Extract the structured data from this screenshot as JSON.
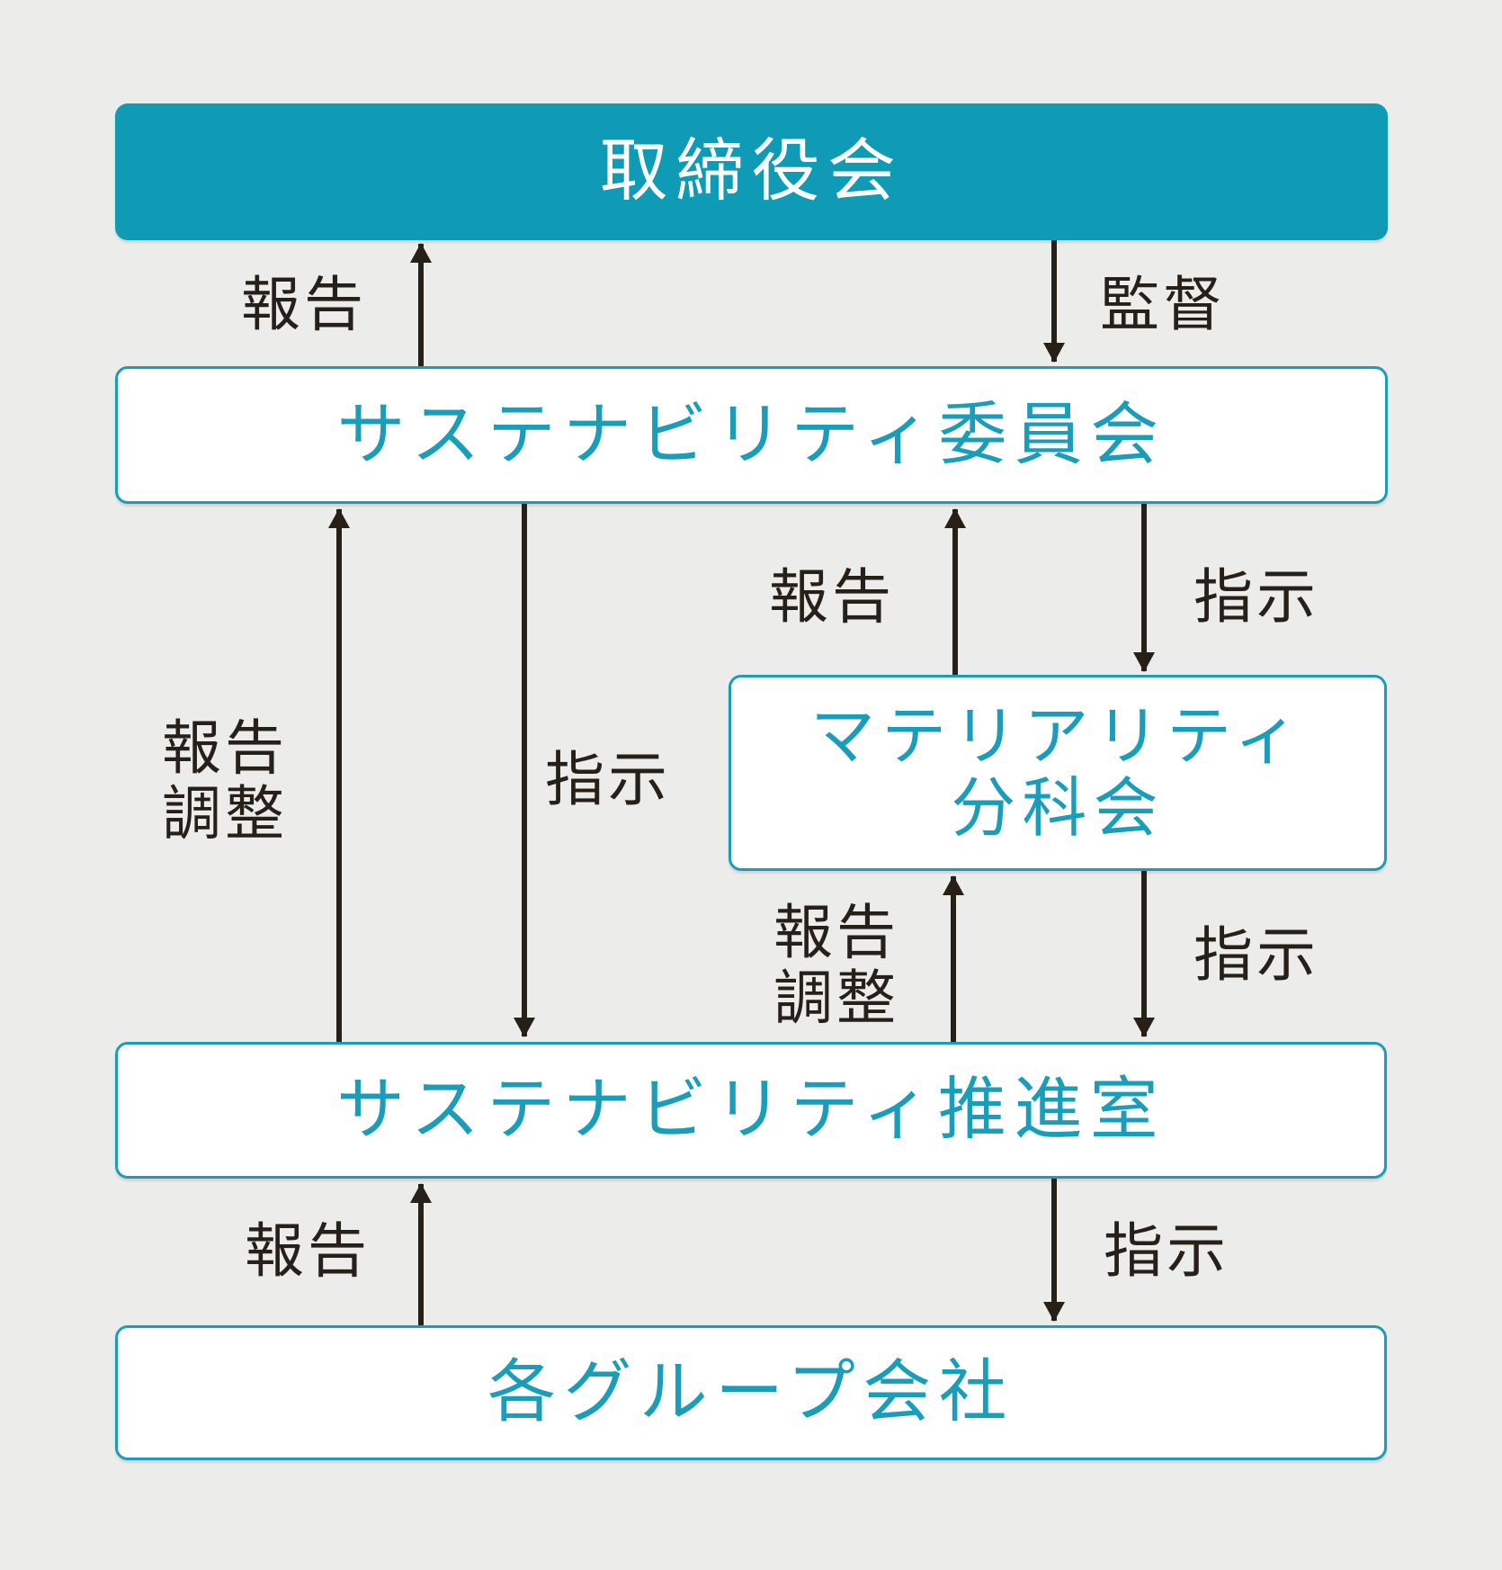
{
  "colors": {
    "background": "#ECECEB",
    "teal_fill": "#0F9AB5",
    "teal_border": "#1B9CB9",
    "teal_text": "#1A9DB9",
    "dark": "#272019",
    "white": "#FFFFFF"
  },
  "nodes": {
    "board": {
      "label": "取締役会"
    },
    "committee": {
      "label": "サステナビリティ委員会"
    },
    "subcommittee": {
      "label_line1": "マテリアリティ",
      "label_line2": "分科会"
    },
    "office": {
      "label": "サステナビリティ推進室"
    },
    "group": {
      "label": "各グループ会社"
    }
  },
  "edges": {
    "board_committee": {
      "up_label": "報告",
      "down_label": "監督"
    },
    "committee_subcommittee": {
      "up_label": "報告",
      "down_label": "指示"
    },
    "committee_office": {
      "up_label_line1": "報告",
      "up_label_line2": "調整",
      "down_label": "指示"
    },
    "subcommittee_office": {
      "up_label_line1": "報告",
      "up_label_line2": "調整",
      "down_label": "指示"
    },
    "office_group": {
      "up_label": "報告",
      "down_label": "指示"
    }
  }
}
